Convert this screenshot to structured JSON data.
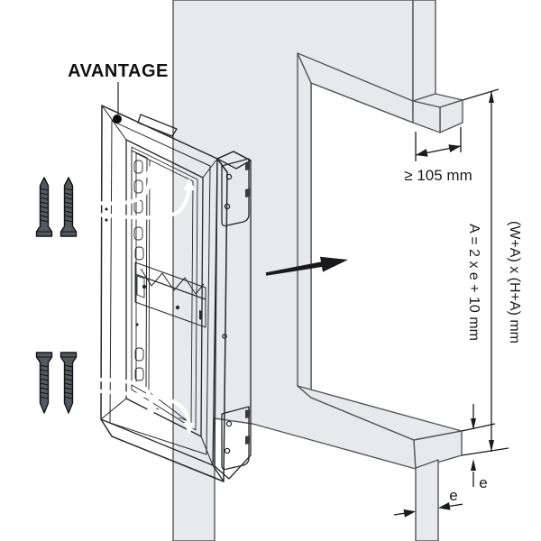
{
  "diagram": {
    "product_label": "AVANTAGE",
    "dimensions": {
      "niche_depth": "≥ 105 mm",
      "cutout_formula": "(W+A) x (H+A) mm",
      "margin_formula": "A = 2 x e + 10 mm",
      "wall_thickness_side": "e",
      "wall_thickness_bottom": "e"
    },
    "icons": {
      "insertion_arrow": "insertion-direction-arrow-icon",
      "guide_arrows": "white-guide-arrow-icon",
      "screws": "screw-icon",
      "callout_dot": "callout-dot-icon"
    },
    "colors": {
      "background": "#ffffff",
      "wall_fill": "#e8e9eb",
      "wall_line": "#55565a",
      "frame_fill": "#b6b9bd",
      "frame_inner_fill": "#aaadb1",
      "frame_line": "#26272b",
      "dimension_line": "#1a1b1e",
      "guide_arrow": "#ffffff",
      "screw_fill": "#55585e"
    }
  }
}
